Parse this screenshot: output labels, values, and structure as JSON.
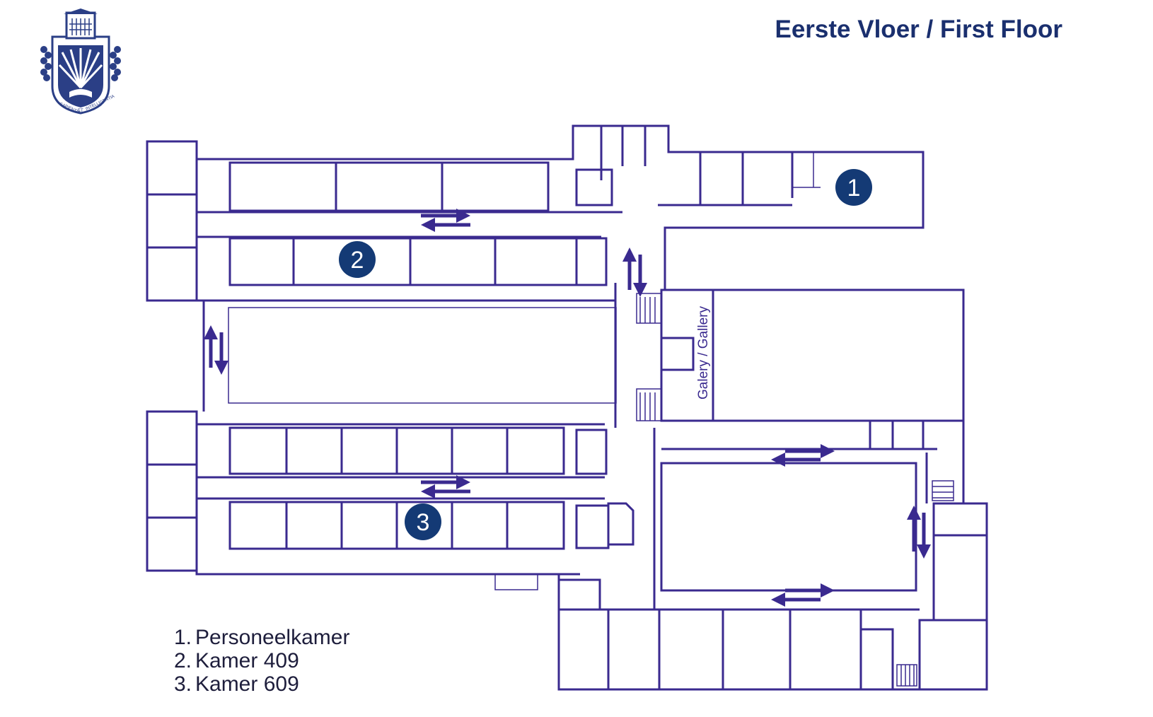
{
  "title": "Eerste Vloer / First Floor",
  "logo": {
    "motto_left": "SAPIENTIA",
    "motto_middle": "ET",
    "motto_right": "INTELLIGENTIA"
  },
  "gallery_label": "Galery / Gallery",
  "markers": [
    {
      "number": "1"
    },
    {
      "number": "2"
    },
    {
      "number": "3"
    }
  ],
  "legend": [
    {
      "number": "1.",
      "label": "Personeelkamer"
    },
    {
      "number": "2.",
      "label": "Kamer 409"
    },
    {
      "number": "3.",
      "label": "Kamer 609"
    }
  ],
  "colors": {
    "wall": "#3a2a8f",
    "marker_fill": "#143a75",
    "title": "#1a2f6e",
    "legend_text": "#1e1e3c"
  }
}
